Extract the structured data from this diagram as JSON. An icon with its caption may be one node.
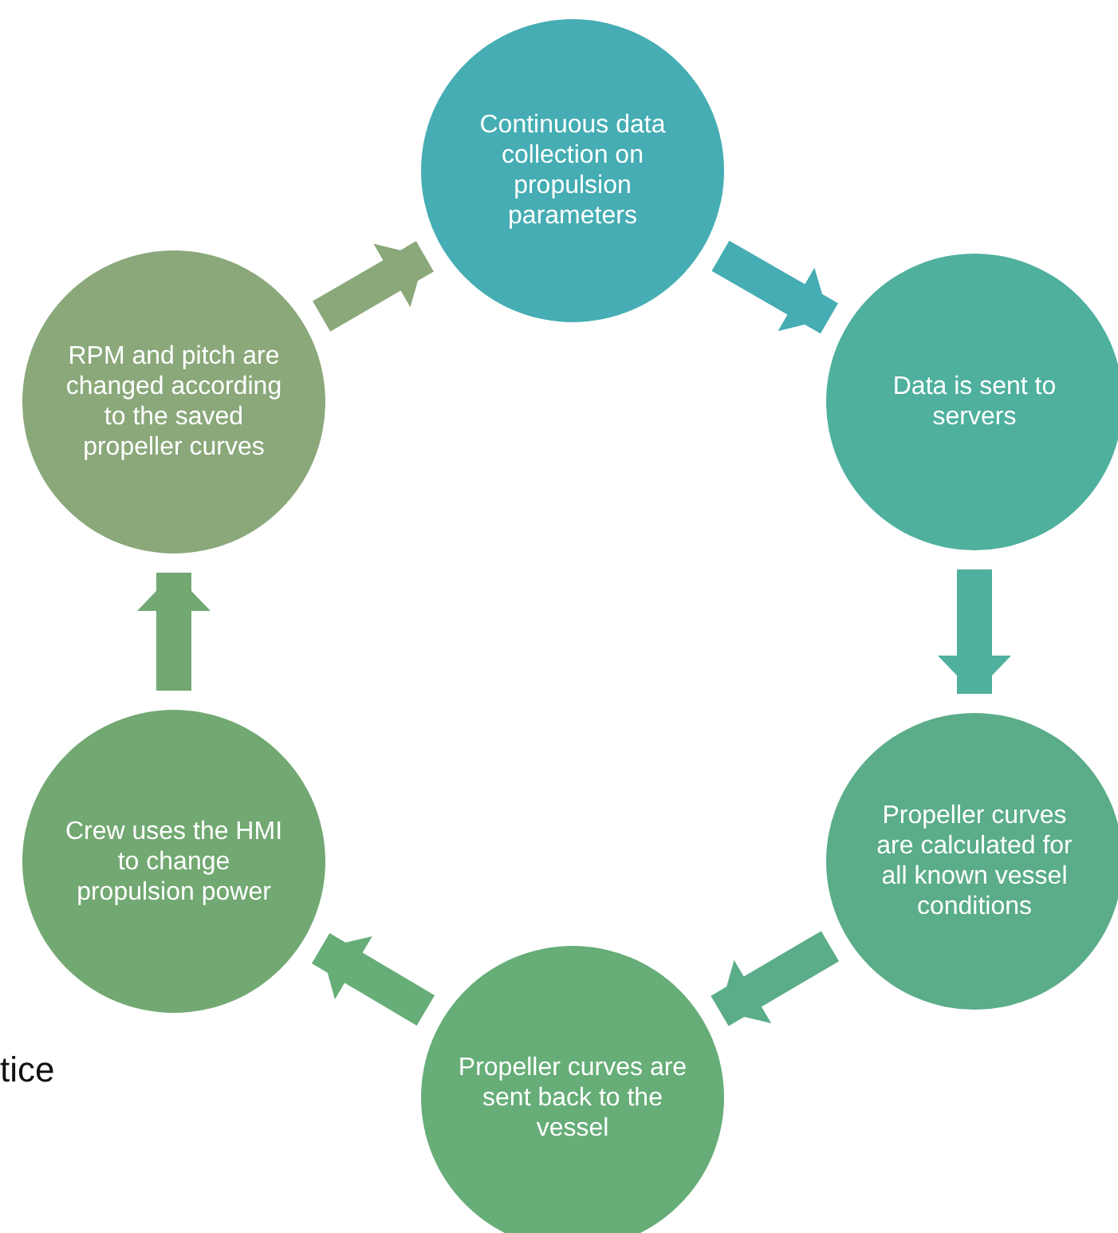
{
  "diagram": {
    "nodes": [
      {
        "text": [
          "Continuous data collection on propulsion parameters"
        ]
      },
      {
        "text": [
          "Data is sent to servers"
        ]
      },
      {
        "text": [
          "Propeller curves are calculated for all known vessel conditions"
        ]
      },
      {
        "text": [
          "Propeller curves are sent back to the vessel"
        ]
      },
      {
        "text": [
          "Crew uses the HMI to change propulsion power"
        ]
      },
      {
        "text": [
          "RPM and pitch are changed according to the saved propeller curves"
        ]
      }
    ],
    "edges": [
      {
        "from": 0,
        "to": 1,
        "arrow": "to",
        "color": "#45adb3"
      },
      {
        "from": 1,
        "to": 2,
        "arrow": "to",
        "color": "#4fb09e"
      },
      {
        "from": 2,
        "to": 3,
        "arrow": "to",
        "color": "#5aad88"
      },
      {
        "from": 3,
        "to": 4,
        "arrow": "to",
        "color": "#66ad78"
      },
      {
        "from": 4,
        "to": 5,
        "arrow": "to",
        "color": "#72a872"
      },
      {
        "from": 5,
        "to": 0,
        "arrow": "to",
        "color": "#8aa87a"
      }
    ],
    "labels": [
      "tice"
    ]
  }
}
